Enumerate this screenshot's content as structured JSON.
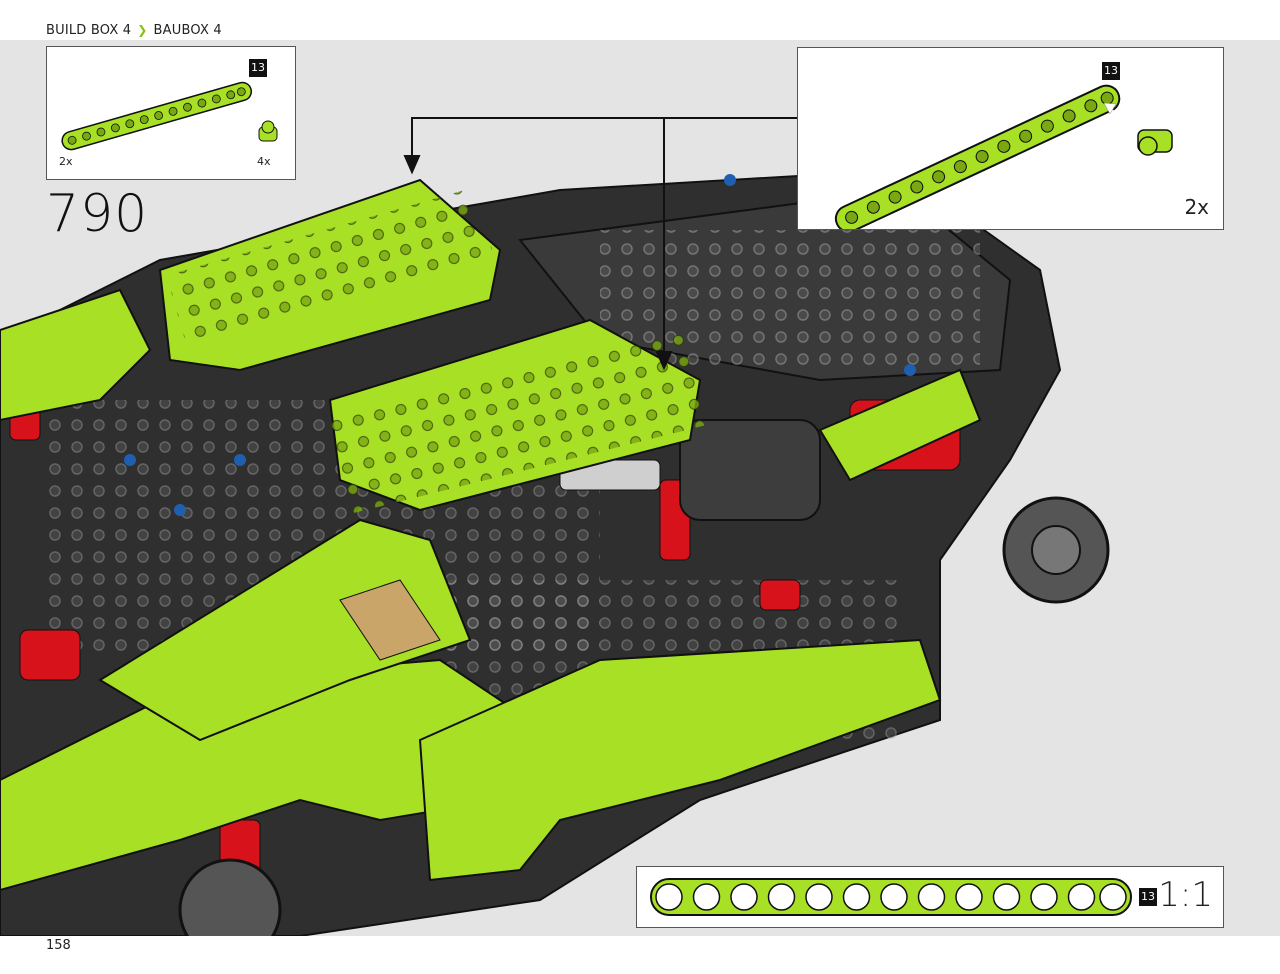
{
  "header": {
    "en": "BUILD BOX 4",
    "separator_icon": "arrow-right-icon",
    "de": "BAUBOX 4"
  },
  "parts_list": {
    "items": [
      {
        "part": "beam-13-lime",
        "quantity": "2x",
        "badge": "13"
      },
      {
        "part": "connector-lime",
        "quantity": "4x"
      }
    ]
  },
  "step": {
    "number": "790"
  },
  "sub_assembly": {
    "quantity": "2x",
    "badge": "13"
  },
  "scale_reference": {
    "badge": "13",
    "scale": "1:1"
  },
  "page_number": "158",
  "colors": {
    "lime": "#a8e025",
    "lime_dark": "#7aa812",
    "black_part": "#2e2e2e",
    "red_part": "#d8121b",
    "blue_pin": "#1f5fb0",
    "background": "#e4e4e4"
  }
}
